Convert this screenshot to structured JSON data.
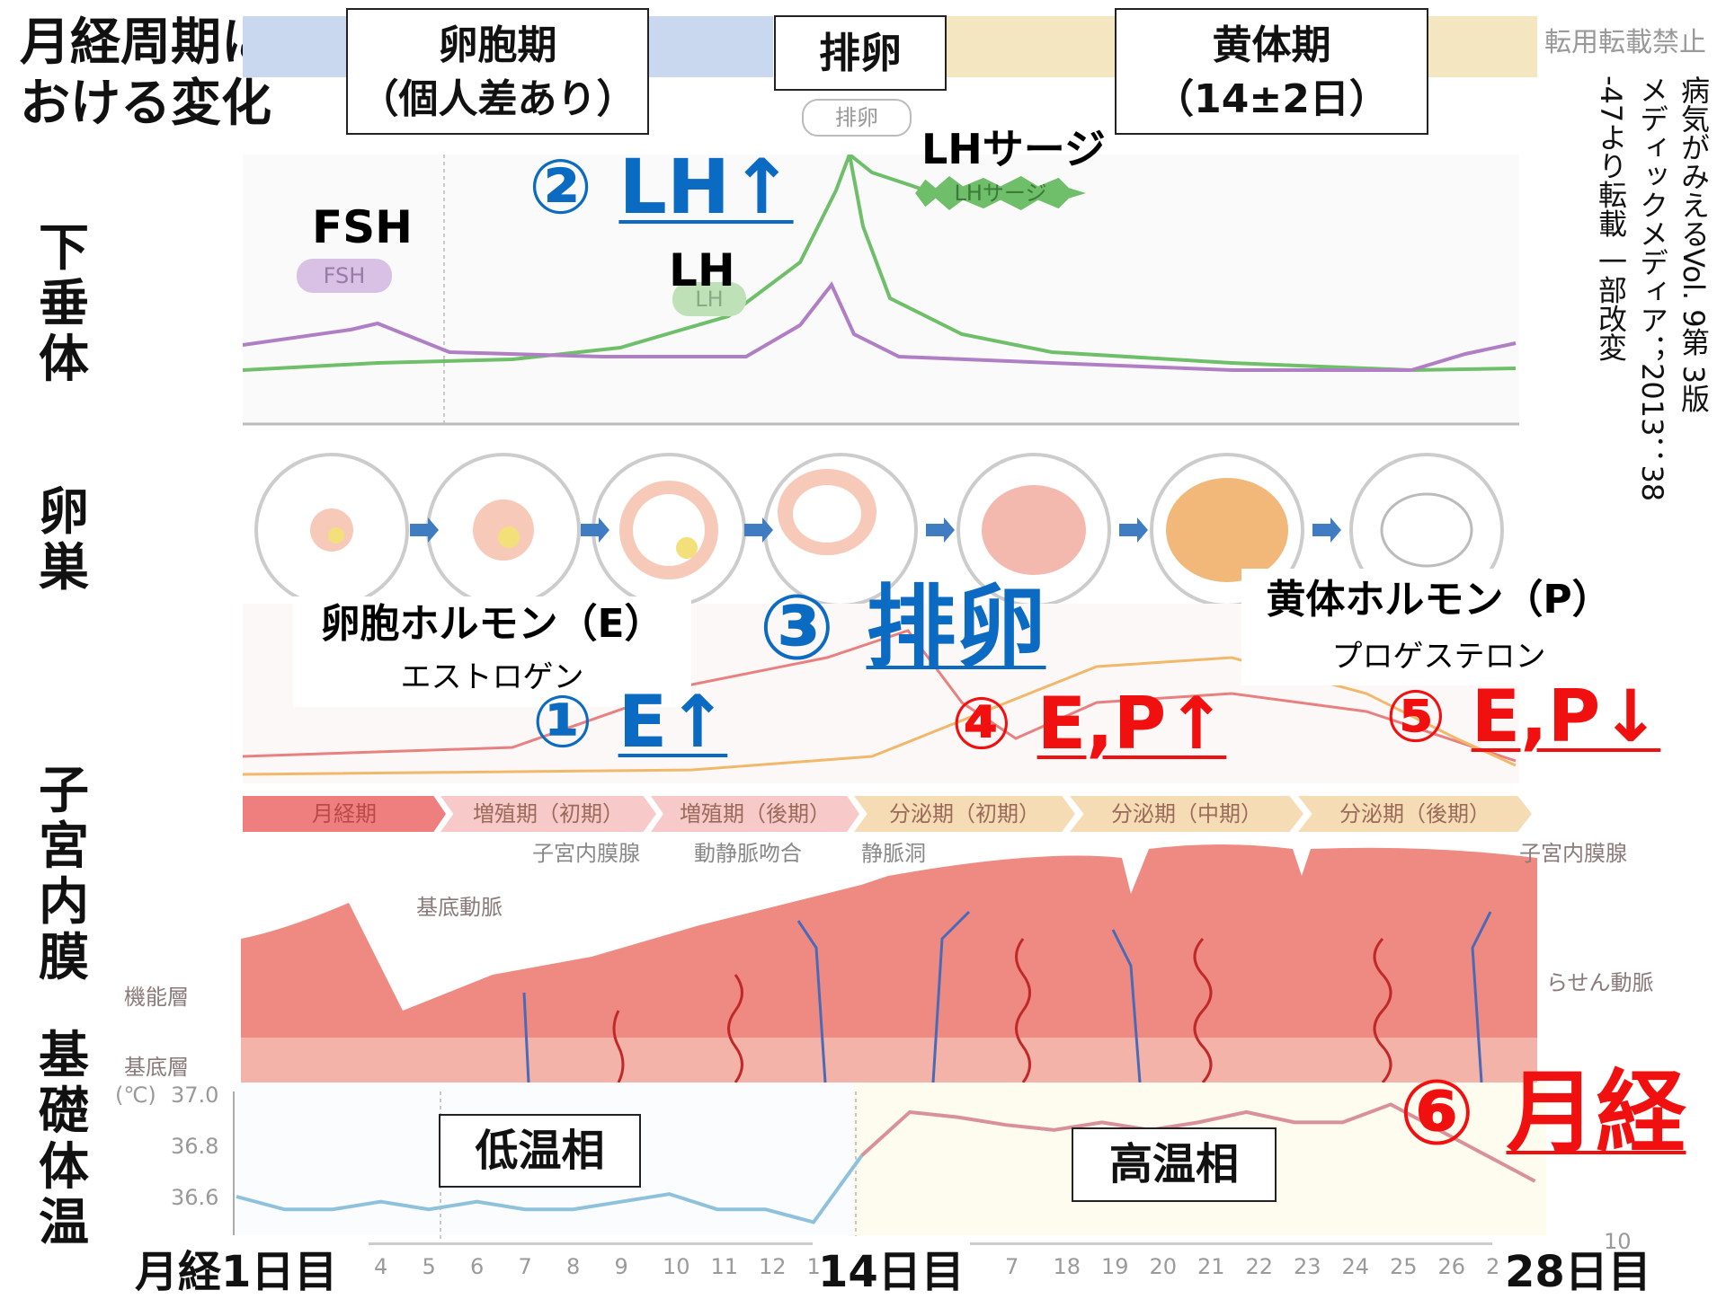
{
  "title": {
    "line1": "月経周期に",
    "line2": "おける変化"
  },
  "header": {
    "follicular": {
      "line1": "卵胞期",
      "line2": "（個人差あり）"
    },
    "ovulation": "排卵",
    "luteal": {
      "line1": "黄体期",
      "line2": "（14±2日）"
    },
    "watermark": "転用転載禁止",
    "colors": {
      "follicular_band": "#c9d8ef",
      "luteal_band": "#f3e6c0"
    }
  },
  "citation": {
    "col1": "病気がみえるVol. 9第 3版",
    "col2": "メディックメディア；2013：38",
    "col3": "-47より転載 一部改変"
  },
  "row_labels": {
    "pituitary": "下垂体",
    "ovary": "卵巣",
    "endometrium": "子宮内膜",
    "bbt": "基礎体温"
  },
  "pituitary": {
    "fsh_label": "FSH",
    "lh_label": "LH",
    "lh_surge_label": "LHサージ",
    "fsh_pill": "FSH",
    "lh_pill": "LH",
    "ovulation_pill": "排卵",
    "lh_surge_pill": "LHサージ",
    "annotation2": {
      "num": "②",
      "text": "LH↑"
    }
  },
  "ovary_hormones": {
    "estrogen": {
      "name": "卵胞ホルモン（E）",
      "sub": "エストロゲン"
    },
    "progesterone": {
      "name": "黄体ホルモン（P）",
      "sub": "プロゲステロン"
    },
    "annotation1": {
      "num": "①",
      "text": "E↑"
    },
    "annotation3": {
      "num": "③",
      "text": "排卵"
    },
    "annotation4": {
      "num": "④",
      "text": "E,P↑"
    },
    "annotation5": {
      "num": "⑤",
      "text": "E,P↓"
    }
  },
  "phases": [
    "月経期",
    "増殖期（初期）",
    "増殖期（後期）",
    "分泌期（初期）",
    "分泌期（中期）",
    "分泌期（後期）"
  ],
  "endometrium_labels": {
    "gland": "子宮内膜腺",
    "av_anastomosis": "動静脈吻合",
    "venous_sinus": "静脈洞",
    "basal_artery": "基底動脈",
    "gland_right": "子宮内膜腺",
    "spiral_artery": "らせん動脈",
    "functional_layer": "機能層",
    "basal_layer": "基底層",
    "annotation6": {
      "num": "⑥",
      "text": "月経"
    }
  },
  "bbt": {
    "unit": "(℃)",
    "yticks": [
      "37.0",
      "36.8",
      "36.6"
    ],
    "low_phase": "低温相",
    "high_phase": "高温相",
    "values": [
      36.6,
      36.55,
      36.55,
      36.58,
      36.55,
      36.58,
      36.55,
      36.55,
      36.58,
      36.61,
      36.55,
      36.55,
      36.5,
      36.76,
      36.93,
      36.91,
      36.88,
      36.86,
      36.89,
      36.86,
      36.89,
      36.93,
      36.89,
      36.89,
      36.96,
      36.86,
      36.76,
      36.66
    ]
  },
  "xaxis": {
    "day1": "月経1日目",
    "day14": "14日目",
    "day28": "28日目",
    "ticks_left": [
      "4",
      "5",
      "6",
      "7",
      "8",
      "9",
      "10",
      "11",
      "12",
      "1"
    ],
    "ticks_right": [
      "7",
      "18",
      "19",
      "20",
      "21",
      "22",
      "23",
      "24",
      "25",
      "26",
      "2"
    ]
  },
  "page_number": "10"
}
